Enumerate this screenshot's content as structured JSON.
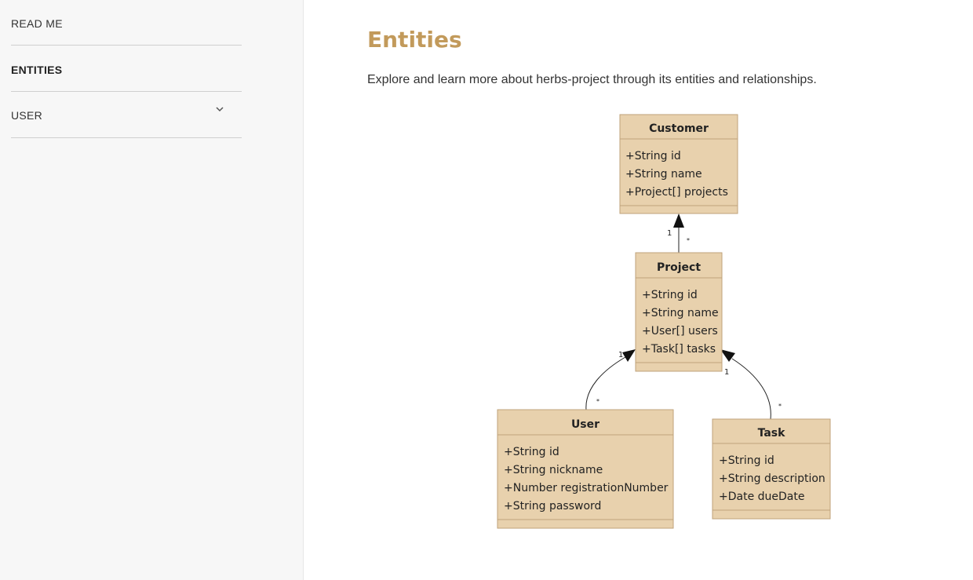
{
  "sidebar": {
    "items": [
      {
        "label": "READ ME"
      },
      {
        "label": "ENTITIES"
      },
      {
        "label": "USER"
      }
    ]
  },
  "main": {
    "title": "Entities",
    "intro": "Explore and learn more about herbs-project through its entities and relationships."
  },
  "diagram": {
    "entities": {
      "customer": {
        "name": "Customer",
        "attributes": [
          "+String id",
          "+String name",
          "+Project[] projects"
        ]
      },
      "project": {
        "name": "Project",
        "attributes": [
          "+String id",
          "+String name",
          "+User[] users",
          "+Task[] tasks"
        ]
      },
      "user": {
        "name": "User",
        "attributes": [
          "+String id",
          "+String nickname",
          "+Number registrationNumber",
          "+String password"
        ]
      },
      "task": {
        "name": "Task",
        "attributes": [
          "+String id",
          "+String description",
          "+Date dueDate"
        ]
      }
    },
    "relations": {
      "project_customer": {
        "one": "1",
        "many": "*"
      },
      "user_project": {
        "one": "1",
        "many": "*"
      },
      "task_project": {
        "one": "1",
        "many": "*"
      }
    },
    "colors": {
      "entity_fill": "#e8d1ad",
      "entity_border": "#bfa27a",
      "title_accent": "#c29a5b"
    }
  }
}
